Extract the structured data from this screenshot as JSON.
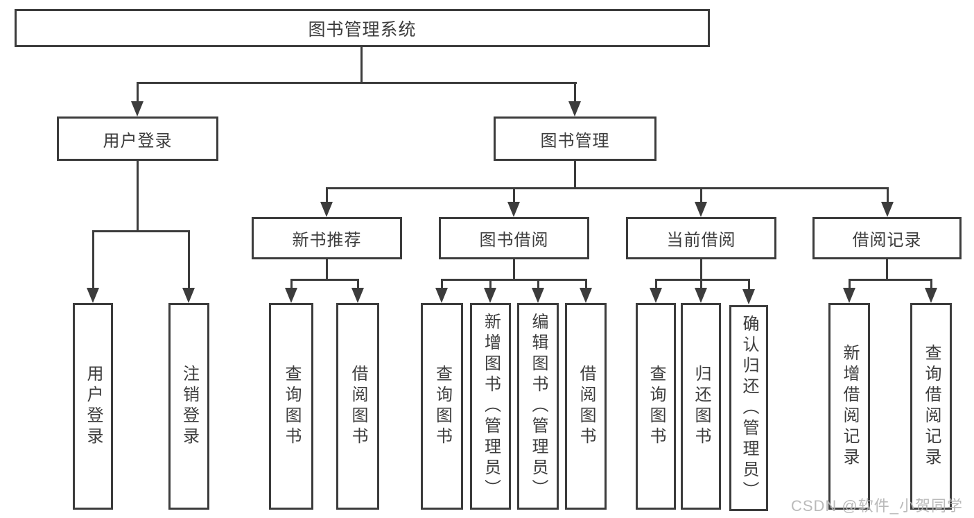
{
  "root": {
    "label": "图书管理系统"
  },
  "branches": {
    "user_login": {
      "label": "用户登录",
      "children": [
        {
          "label": "用户登录"
        },
        {
          "label": "注销登录"
        }
      ]
    },
    "book_management": {
      "label": "图书管理",
      "children": [
        {
          "label": "新书推荐",
          "children": [
            {
              "label": "查询图书"
            },
            {
              "label": "借阅图书"
            }
          ]
        },
        {
          "label": "图书借阅",
          "children": [
            {
              "label": "查询图书"
            },
            {
              "label": "新增图书（管理员）"
            },
            {
              "label": "编辑图书（管理员）"
            },
            {
              "label": "借阅图书"
            }
          ]
        },
        {
          "label": "当前借阅",
          "children": [
            {
              "label": "查询图书"
            },
            {
              "label": "归还图书"
            },
            {
              "label": "确认归还（管理员）"
            }
          ]
        },
        {
          "label": "借阅记录",
          "children": [
            {
              "label": "新增借阅记录"
            },
            {
              "label": "查询借阅记录"
            }
          ]
        }
      ]
    }
  },
  "watermark": "CSDN @软件_小贺同学",
  "colors": {
    "line": "#3c3c3c",
    "text": "#3d3d3d",
    "watermark": "#b3b3b3",
    "background": "#ffffff"
  }
}
